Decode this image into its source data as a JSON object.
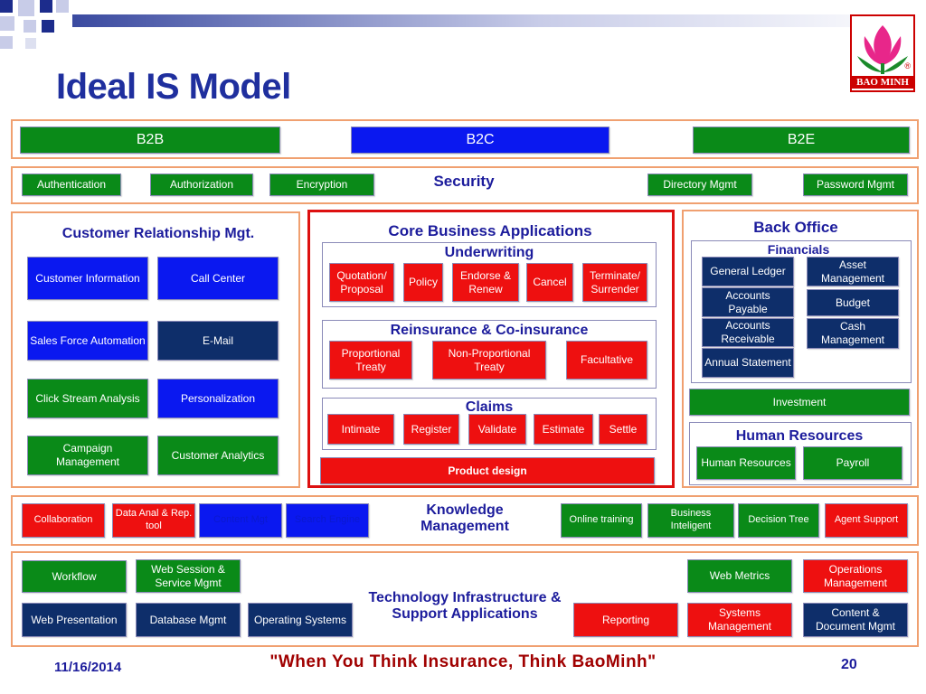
{
  "slide_title": "Ideal IS Model",
  "logo": {
    "name": "BAO MINH",
    "mark": "®"
  },
  "channels": [
    "B2B",
    "B2C",
    "B2E"
  ],
  "security": {
    "title": "Security",
    "items": [
      "Authentication",
      "Authorization",
      "Encryption",
      "Directory Mgmt",
      "Password Mgmt"
    ]
  },
  "crm": {
    "title": "Customer Relationship Mgt.",
    "items": [
      "Customer Information",
      "Call Center",
      "Sales Force Automation",
      "E-Mail",
      "Click Stream Analysis",
      "Personalization",
      "Campaign Management",
      "Customer Analytics"
    ]
  },
  "core": {
    "title": "Core Business Applications",
    "underwriting": {
      "title": "Underwriting",
      "items": [
        "Quotation/ Proposal",
        "Policy",
        "Endorse & Renew",
        "Cancel",
        "Terminate/ Surrender"
      ]
    },
    "reinsurance": {
      "title": "Reinsurance & Co-insurance",
      "items": [
        "Proportional Treaty",
        "Non-Proportional Treaty",
        "Facultative"
      ]
    },
    "claims": {
      "title": "Claims",
      "items": [
        "Intimate",
        "Register",
        "Validate",
        "Estimate",
        "Settle"
      ]
    },
    "product_design": "Product design"
  },
  "back_office": {
    "title": "Back Office",
    "financials": {
      "title": "Financials",
      "items": [
        "General Ledger",
        "Asset Management",
        "Accounts Payable",
        "Budget",
        "Accounts Receivable",
        "Cash Management",
        "Annual Statement"
      ]
    },
    "investment": "Investment",
    "hr": {
      "title": "Human Resources",
      "items": [
        "Human Resources",
        "Payroll"
      ]
    }
  },
  "knowledge": {
    "title": "Knowledge Management",
    "items": [
      "Collaboration",
      "Data Anal & Rep.  tool",
      "Content Mgt",
      "Search Engine",
      "Online training",
      "Business Inteligent",
      "Decision Tree",
      "Agent Support"
    ]
  },
  "tech": {
    "title": "Technology Infrastructure & Support Applications",
    "items": [
      "Workflow",
      "Web Session & Service Mgmt",
      "Web Metrics",
      "Operations Management",
      "Web Presentation",
      "Database Mgmt",
      "Operating Systems",
      "Reporting",
      "Systems Management",
      "Content & Document Mgmt"
    ]
  },
  "footer": {
    "date": "11/16/2014",
    "quote": "\"When You Think Insurance, Think BaoMinh\"",
    "page": "20"
  },
  "colors": {
    "green": "#0a8a18",
    "blue": "#0a18f0",
    "navy": "#0e2e6a",
    "red": "#ee1010",
    "panel_border": "#f0a070",
    "title": "#1f2f9e"
  }
}
